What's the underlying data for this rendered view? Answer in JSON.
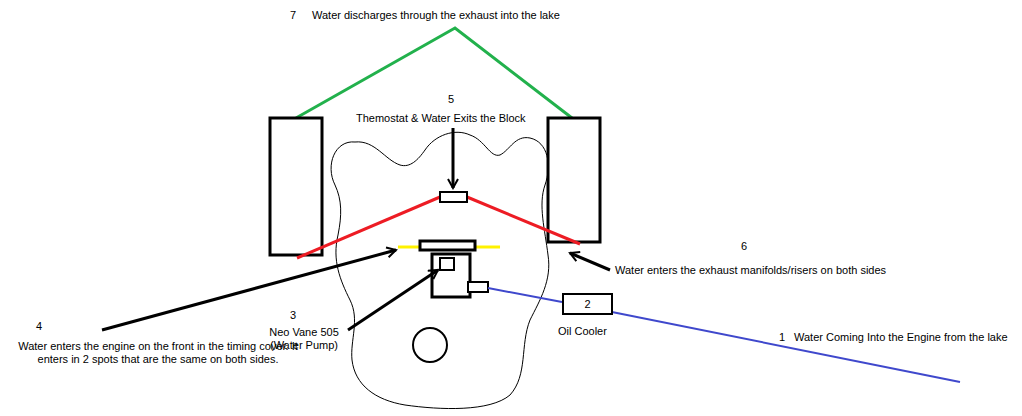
{
  "diagram": {
    "nodes": [
      {
        "text": [
          "2",
          "Oil Cooler"
        ]
      }
    ],
    "labels": [
      "7",
      "Water discharges through the exhaust into the lake",
      "5",
      "Themostat & Water Exits the Block",
      "6",
      "Water enters the exhaust manifolds/risers on both sides",
      "3",
      "Neo Vane 505 (Water Pump)",
      "4",
      "Water enters the engine on the front in the timing cover.  It enters in 2 spots that are the same on both sides.",
      "1",
      "Water Coming Into the Engine from the lake"
    ]
  }
}
